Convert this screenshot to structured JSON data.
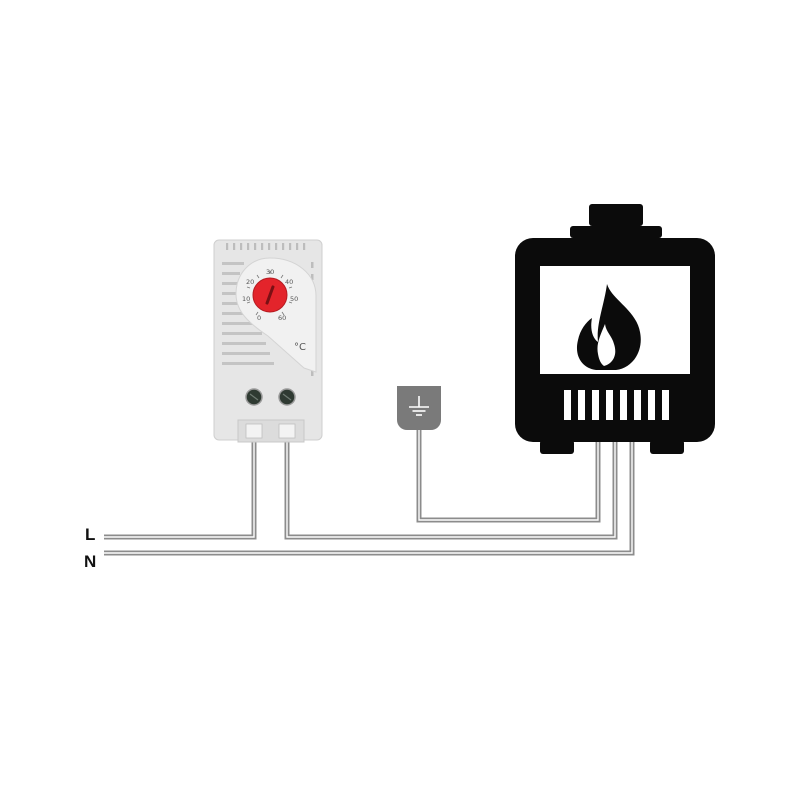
{
  "diagram": {
    "line_labels": {
      "live": "L",
      "neutral": "N"
    },
    "thermostat": {
      "dial_scale": [
        "0",
        "10",
        "20",
        "30",
        "40",
        "50",
        "60"
      ],
      "unit": "°C"
    },
    "colors": {
      "wire": "#8c8c8c",
      "boiler_body": "#0b0b0b",
      "dial_red": "#e3242b",
      "thermostat_body": "#e6e6e6",
      "ground_box": "#7a7a7a"
    },
    "icons": {
      "ground": "ground-symbol-icon",
      "flame": "flame-icon",
      "boiler": "boiler-icon",
      "thermostat": "thermostat-device-icon"
    }
  }
}
